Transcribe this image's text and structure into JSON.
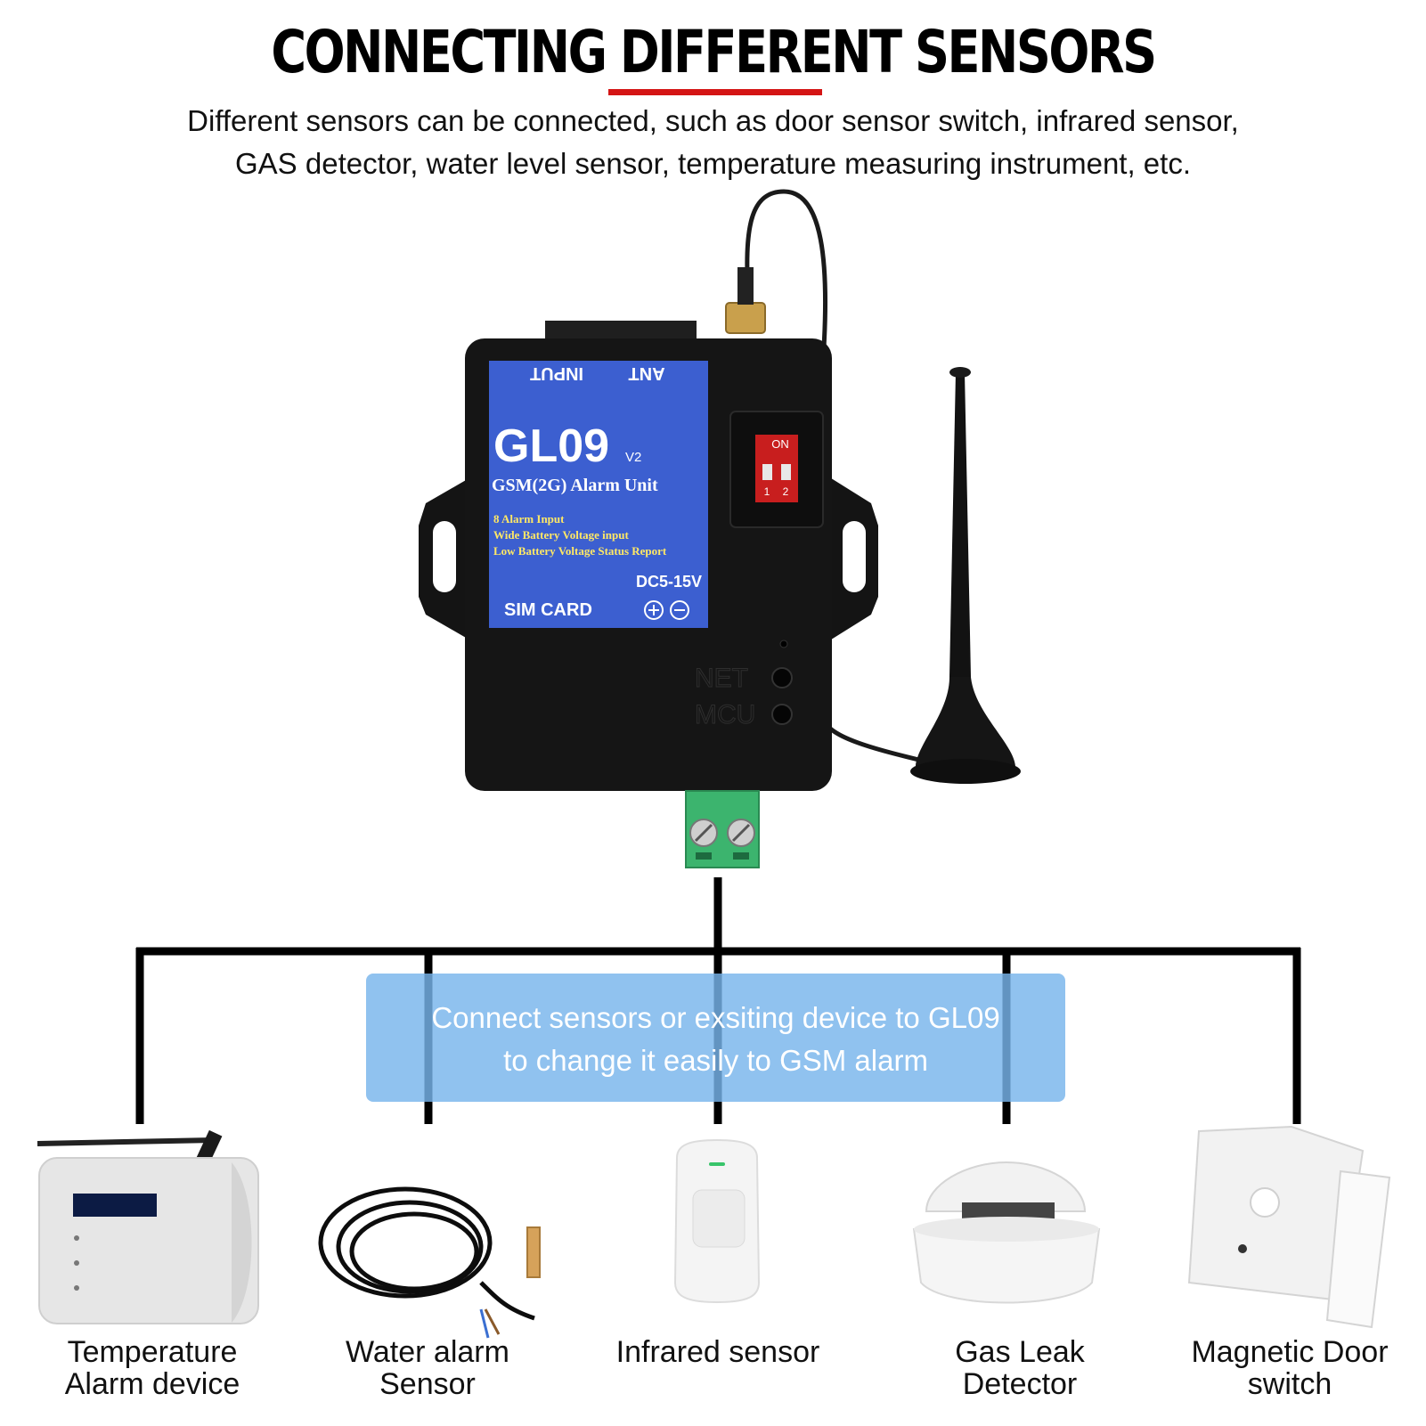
{
  "title": "CONNECTING DIFFERENT SENSORS",
  "subtitle": {
    "line1": "Different sensors can be connected, such as door sensor switch, infrared sensor,",
    "line2": "GAS detector, water level sensor, temperature measuring instrument, etc."
  },
  "device": {
    "label_input": "INPUT",
    "label_ant": "ANT",
    "model": "GL09",
    "version": "V2",
    "name": "GSM(2G) Alarm Unit",
    "feature1": "8 Alarm Input",
    "feature2": "Wide Battery Voltage input",
    "feature3": "Low Battery Voltage Status Report",
    "power": "DC5-15V",
    "sim": "SIM CARD",
    "dip_on": "ON",
    "dip_1": "1",
    "dip_2": "2",
    "led_net": "NET",
    "led_mcu": "MCU"
  },
  "callout": {
    "line1": "Connect sensors or exsiting device to GL09",
    "line2": "to change it easily to GSM alarm"
  },
  "sensors": [
    {
      "line1": "Temperature",
      "line2": "Alarm device"
    },
    {
      "line1": "Water alarm",
      "line2": "Sensor"
    },
    {
      "line1": "Infrared sensor",
      "line2": ""
    },
    {
      "line1": "Gas Leak",
      "line2": "Detector"
    },
    {
      "line1": "Magnetic Door",
      "line2": "switch"
    }
  ],
  "colors": {
    "accent_underline": "#d41414",
    "device_label_blue": "#3c5fd0",
    "callout_blue": "#78b4eb",
    "terminal_green": "#3cb46e"
  }
}
